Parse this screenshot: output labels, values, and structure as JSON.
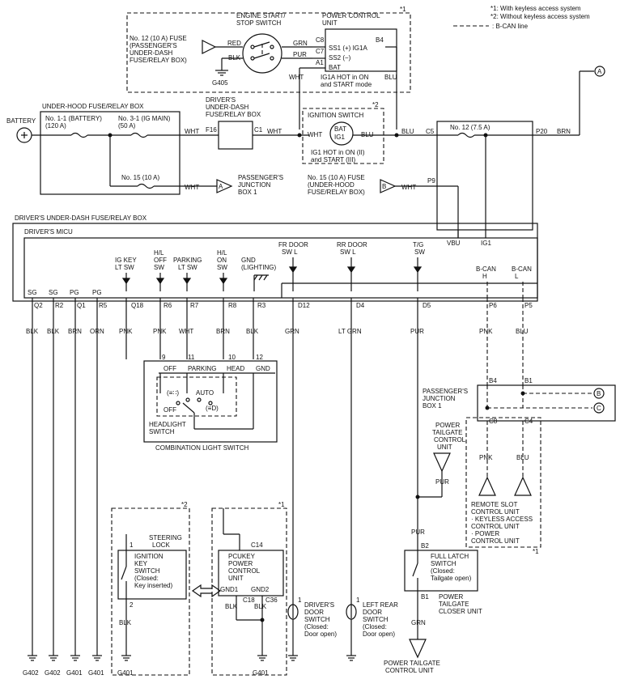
{
  "legend": {
    "l1": "*1: With keyless access system",
    "l2": "*2: Without keyless access system",
    "l3": ": B-CAN line"
  },
  "top": {
    "fuse12": [
      "No. 12 (10 A) FUSE",
      "(PASSENGER'S",
      "UNDER-DASH",
      "FUSE/RELAY BOX)"
    ],
    "engine_start": [
      "ENGINE START/",
      "STOP SWITCH"
    ],
    "pcu": [
      "POWER CONTROL",
      "UNIT"
    ],
    "red": "RED",
    "blk": "BLK",
    "grn": "GRN",
    "pur": "PUR",
    "c8": "C8",
    "c7": "C7",
    "a1": "A1",
    "b4": "B4",
    "ss1": "SS1 (+) IG1A",
    "ss2": "SS2 (−)",
    "bat": "BAT",
    "ig1a_note": [
      "IG1A HOT in ON",
      "and START mode"
    ],
    "g405": "G405",
    "wht": "WHT",
    "blu": "BLU",
    "star1": "*1",
    "star2": "*2"
  },
  "row2": {
    "battery": "BATTERY",
    "uh_box": "UNDER-HOOD FUSE/RELAY BOX",
    "f11": [
      "No. 1-1 (BATTERY)",
      "(120 A)"
    ],
    "f31": [
      "No. 3-1 (IG MAIN)",
      "(50 A)"
    ],
    "wht": "WHT",
    "f16": "F16",
    "c1": "C1",
    "driver_box": [
      "DRIVER'S",
      "UNDER-DASH",
      "FUSE/RELAY BOX"
    ],
    "ign_switch": "IGNITION SWITCH",
    "bat": "BAT",
    "ig1": "IG1",
    "ig1_note": [
      "IG1 HOT in ON (II)",
      "and START (III)"
    ],
    "blu": "BLU",
    "c5": "C5",
    "f12_75": "No. 12 (7.5 A)",
    "p20": "P20",
    "brn": "BRN",
    "a": "A",
    "f15": "No. 15 (10 A)",
    "pjb1": [
      "PASSENGER'S",
      "JUNCTION",
      "BOX 1"
    ],
    "f15_uh": [
      "No. 15 (10 A) FUSE",
      "(UNDER-HOOD",
      "FUSE/RELAY BOX)"
    ],
    "b": "B",
    "p9": "P9"
  },
  "micu": {
    "box_label": "DRIVER'S UNDER-DASH FUSE/RELAY BOX",
    "title": "DRIVER'S MICU",
    "vbu": "VBU",
    "ig1": "IG1",
    "inputs": [
      [
        "IG KEY",
        "LT SW"
      ],
      [
        "H/L",
        "OFF",
        "SW"
      ],
      [
        "PARKING",
        "LT SW"
      ],
      [
        "H/L",
        "ON",
        "SW"
      ],
      [
        "GND",
        "(LIGHTING)"
      ],
      [
        "FR DOOR",
        "SW L"
      ],
      [
        "RR DOOR",
        "SW L"
      ],
      [
        "T/G",
        "SW"
      ],
      [
        "B-CAN",
        "H"
      ],
      [
        "B-CAN",
        "L"
      ]
    ],
    "ground_terms": [
      "SG",
      "SG",
      "PG",
      "PG"
    ],
    "pins": [
      "Q2",
      "R2",
      "Q1",
      "R5",
      "Q18",
      "R6",
      "R7",
      "R8",
      "R3",
      "D12",
      "D4",
      "D5",
      "P6",
      "P5"
    ],
    "wires": [
      "BLK",
      "BLK",
      "BRN",
      "ORN",
      "PNK",
      "PNK",
      "WHT",
      "BRN",
      "BLK",
      "GRN",
      "LT GRN",
      "PUR",
      "PNK",
      "BLU"
    ]
  },
  "combo": {
    "pins": [
      "9",
      "11",
      "10",
      "12"
    ],
    "labels": [
      "OFF",
      "PARKING",
      "HEAD",
      "GND"
    ],
    "auto": "AUTO",
    "off": "OFF",
    "pos_park": "(≡∷)",
    "pos_head": "(≡D)",
    "headlight": [
      "HEADLIGHT",
      "SWITCH"
    ],
    "title": "COMBINATION LIGHT SWITCH"
  },
  "pjb": {
    "label": [
      "PASSENGER'S",
      "JUNCTION",
      "BOX 1"
    ],
    "b4": "B4",
    "b1": "B1",
    "c8": "C8",
    "c4": "C4",
    "b": "B",
    "c": "C",
    "ptc": [
      "POWER",
      "TAILGATE",
      "CONTROL",
      "UNIT"
    ],
    "pur": "PUR",
    "pnk": "PNK",
    "blu": "BLU",
    "rsu": [
      "REMOTE SLOT",
      "CONTROL UNIT",
      "· KEYLESS ACCESS",
      "CONTROL UNIT",
      "· POWER",
      "CONTROL UNIT"
    ],
    "star1": "*1"
  },
  "bottom": {
    "star2": "*2",
    "star1": "*1",
    "steering": [
      "STEERING",
      "LOCK"
    ],
    "ign_key_sw": [
      "IGNITION",
      "KEY",
      "SWITCH",
      "(Closed:",
      "Key inserted)"
    ],
    "pin1": "1",
    "pin2": "2",
    "blk": "BLK",
    "pcukey": [
      "PCUKEY",
      "POWER",
      "CONTROL",
      "UNIT"
    ],
    "c14": "C14",
    "gnd1": "GND1",
    "gnd2": "GND2",
    "c18": "C18",
    "c36": "C36",
    "drv_door": [
      "DRIVER'S",
      "DOOR",
      "SWITCH",
      "(Closed:",
      "Door open)"
    ],
    "lr_door": [
      "LEFT REAR",
      "DOOR",
      "SWITCH",
      "(Closed:",
      "Door open)"
    ],
    "pur": "PUR",
    "b2": "B2",
    "b1": "B1",
    "grn": "GRN",
    "full_latch": [
      "FULL LATCH",
      "SWITCH",
      "(Closed:",
      "Tailgate open)"
    ],
    "ptcu": [
      "POWER",
      "TAILGATE",
      "CLOSER UNIT"
    ],
    "ptcu_bottom": [
      "POWER TAILGATE",
      "CONTROL UNIT"
    ],
    "grounds": [
      "G402",
      "G402",
      "G401",
      "G401",
      "G401",
      "G401"
    ]
  }
}
